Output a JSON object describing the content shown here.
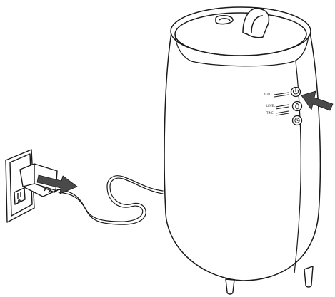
{
  "illustration": {
    "device": "humidifier",
    "action": "press-power-button-and-unplug-power-cord",
    "panel_labels": [
      "AUTO",
      "LEVEL",
      "TIME"
    ],
    "arrows": [
      {
        "name": "unplug-arrow",
        "direction": "right",
        "color": "#4a4a4a"
      },
      {
        "name": "press-button-arrow",
        "direction": "left",
        "color": "#4a4a4a"
      }
    ],
    "colors": {
      "outline": "#1a1a1a",
      "fill": "#ffffff",
      "arrow": "#4a4a4a"
    }
  }
}
